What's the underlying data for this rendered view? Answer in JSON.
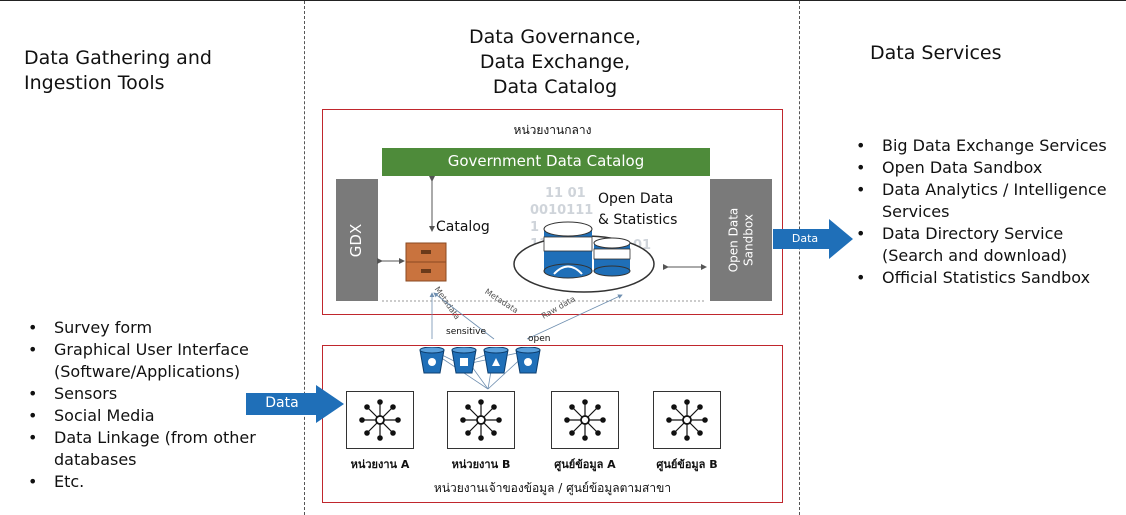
{
  "left": {
    "title_line1": "Data Gathering and",
    "title_line2": "Ingestion Tools",
    "items": [
      "Survey form",
      "Graphical User Interface (Software/Applications)",
      "Sensors",
      "Social Media",
      "Data Linkage (from other databases",
      "Etc."
    ]
  },
  "center": {
    "title_line1": "Data Governance,",
    "title_line2": "Data Exchange,",
    "title_line3": "Data Catalog",
    "central_agency": "หน่วยงานกลาง",
    "catalog_bar": "Government Data Catalog",
    "gdx_label": "GDX",
    "catalog_label": "Catalog",
    "open_data_line1": "Open Data",
    "open_data_line2": "& Statistics",
    "binary_line1": "11  01",
    "binary_line2": "0010111",
    "binary_line3": "1",
    "binary_line4": "11",
    "binary_line5": "01",
    "sandbox_line1": "Open Data",
    "sandbox_line2": "Sandbox",
    "metadata_1": "Metadata",
    "metadata_2": "Metadata",
    "raw_data": "Raw data",
    "sensitive_label": "sensitive",
    "open_label": "open",
    "node_labels": [
      "หน่วยงาน A",
      "หน่วยงาน B",
      "ศูนย์ข้อมูล A",
      "ศูนย์ข้อมูล B"
    ],
    "owner_caption": "หน่วยงานเจ้าของข้อมูล / ศูนย์ข้อมูลตามสาขา"
  },
  "arrows": {
    "data_in": "Data",
    "data_out": "Data"
  },
  "right": {
    "title": "Data Services",
    "items": [
      "Big Data Exchange Services",
      "Open Data Sandbox",
      "Data Analytics / Intelligence Services",
      "Data Directory Service (Search and download)",
      "Official Statistics Sandbox"
    ]
  },
  "colors": {
    "accent_blue": "#1f6fb8",
    "green": "#4e8b3a",
    "gray": "#7a7a7a",
    "red_border": "#c0272d",
    "cabinet": "#c9733e"
  }
}
